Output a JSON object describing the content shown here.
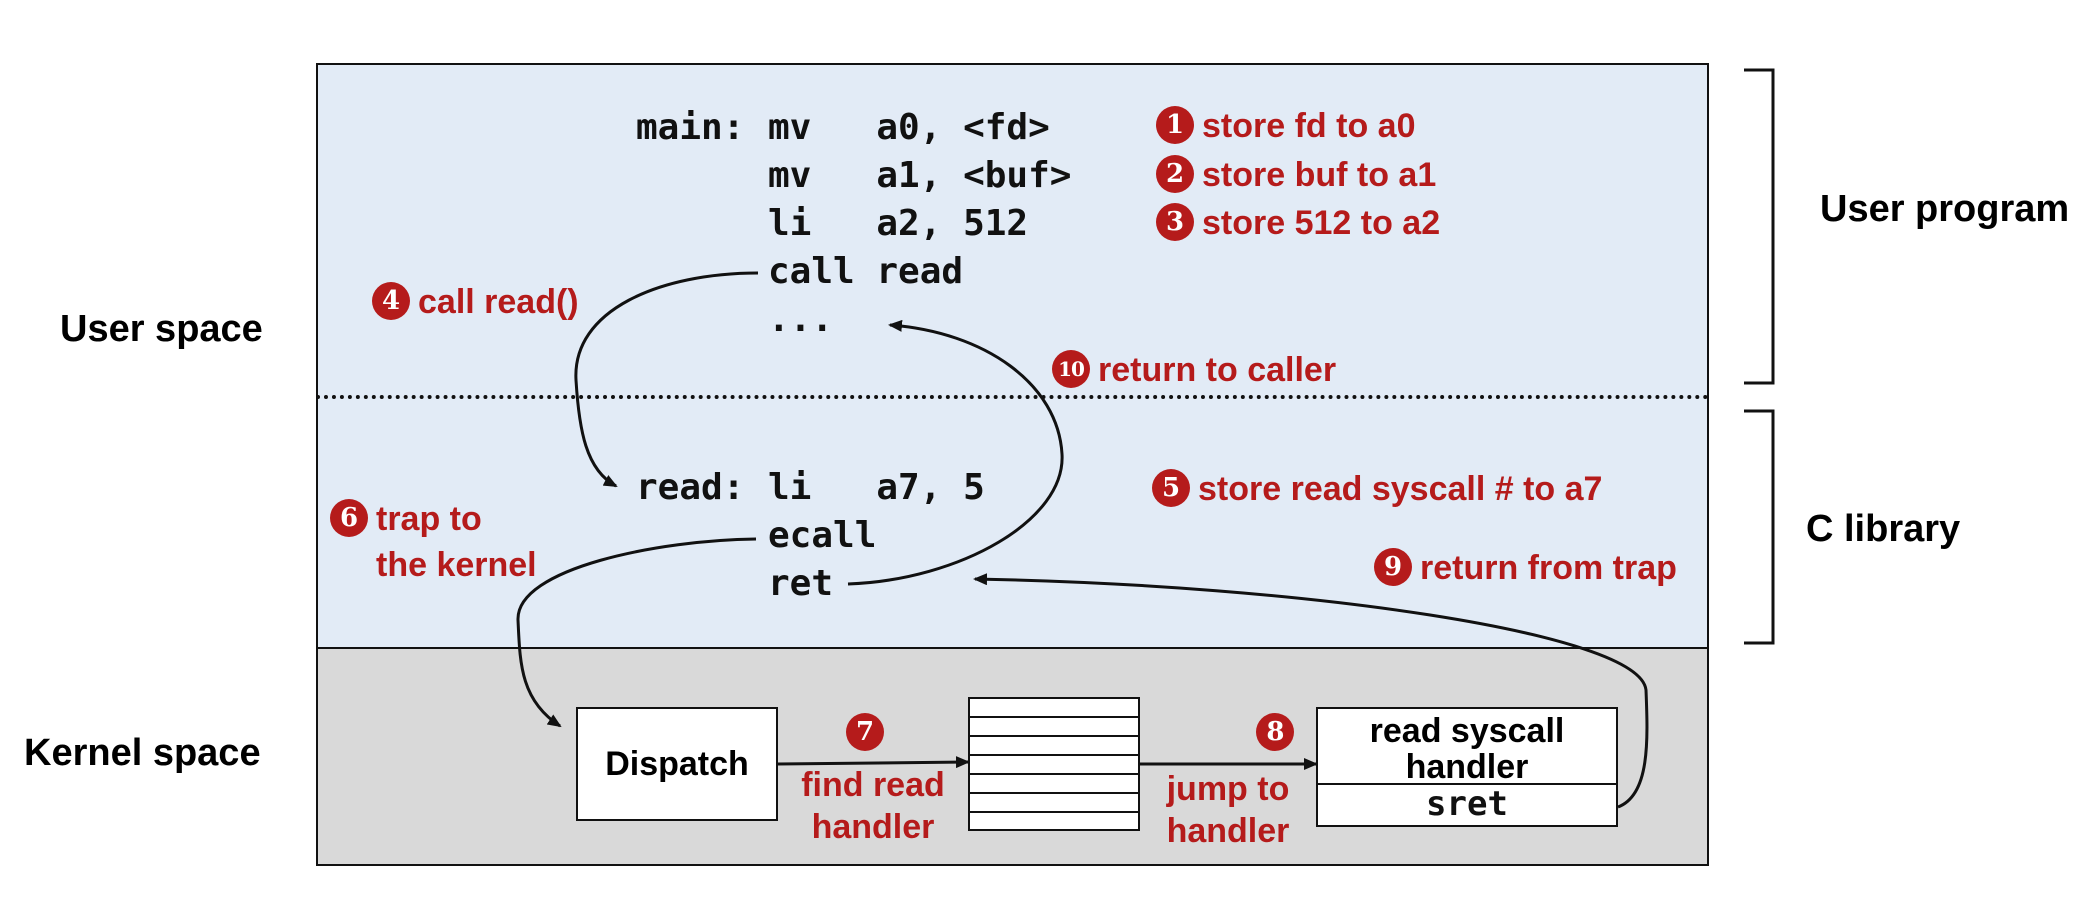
{
  "labels": {
    "user_space": "User space",
    "kernel_space": "Kernel space",
    "user_program": "User program",
    "c_library": "C library"
  },
  "code": {
    "main_label": "main:",
    "main_lines": [
      "mv   a0, <fd>",
      "mv   a1, <buf>",
      "li   a2, 512",
      "call read",
      "..."
    ],
    "read_label": "read:",
    "read_lines": [
      "li   a7, 5",
      "ecall",
      "ret"
    ]
  },
  "steps": {
    "s1": {
      "num": "1",
      "text": "store fd to a0"
    },
    "s2": {
      "num": "2",
      "text": "store buf to a1"
    },
    "s3": {
      "num": "3",
      "text": "store 512 to a2"
    },
    "s4": {
      "num": "4",
      "text": "call read()"
    },
    "s5": {
      "num": "5",
      "text": "store read syscall # to a7"
    },
    "s6": {
      "num": "6",
      "line1": "trap to",
      "line2": "the kernel"
    },
    "s7": {
      "num": "7",
      "line1": "find read",
      "line2": "handler"
    },
    "s8": {
      "num": "8",
      "line1": "jump to",
      "line2": "handler"
    },
    "s9": {
      "num": "9",
      "text": "return from trap"
    },
    "s10": {
      "num": "10",
      "text": "return to caller"
    }
  },
  "kernel": {
    "dispatch": "Dispatch",
    "handler_line1": "read syscall",
    "handler_line2": "handler",
    "handler_code": "sret"
  },
  "colors": {
    "user_bg": "#e2ebf6",
    "kernel_bg": "#d9d9d9",
    "accent_red": "#b51b1b"
  }
}
